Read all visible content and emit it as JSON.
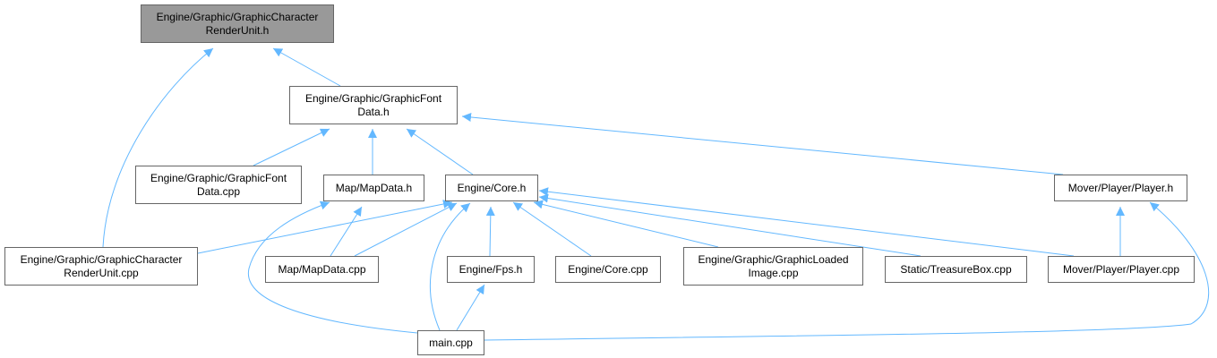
{
  "colors": {
    "edge": "#63b8ff",
    "node_border": "#666666",
    "root_fill": "#999999",
    "node_fill": "#ffffff"
  },
  "nodes": [
    {
      "id": "render_h",
      "label": "Engine/Graphic/GraphicCharacter\nRenderUnit.h",
      "root": true
    },
    {
      "id": "fontdata_h",
      "label": "Engine/Graphic/GraphicFont\nData.h"
    },
    {
      "id": "fontdata_cpp",
      "label": "Engine/Graphic/GraphicFont\nData.cpp"
    },
    {
      "id": "mapdata_h",
      "label": "Map/MapData.h"
    },
    {
      "id": "core_h",
      "label": "Engine/Core.h"
    },
    {
      "id": "player_h",
      "label": "Mover/Player/Player.h"
    },
    {
      "id": "render_cpp",
      "label": "Engine/Graphic/GraphicCharacter\nRenderUnit.cpp"
    },
    {
      "id": "mapdata_cpp",
      "label": "Map/MapData.cpp"
    },
    {
      "id": "fps_h",
      "label": "Engine/Fps.h"
    },
    {
      "id": "core_cpp",
      "label": "Engine/Core.cpp"
    },
    {
      "id": "loaded_cpp",
      "label": "Engine/Graphic/GraphicLoaded\nImage.cpp"
    },
    {
      "id": "treasure_cpp",
      "label": "Static/TreasureBox.cpp"
    },
    {
      "id": "player_cpp",
      "label": "Mover/Player/Player.cpp"
    },
    {
      "id": "main_cpp",
      "label": "main.cpp"
    }
  ],
  "edges": [
    {
      "from": "render_h",
      "to": "fontdata_h"
    },
    {
      "from": "render_h",
      "to": "render_cpp"
    },
    {
      "from": "fontdata_h",
      "to": "fontdata_cpp"
    },
    {
      "from": "fontdata_h",
      "to": "mapdata_h"
    },
    {
      "from": "fontdata_h",
      "to": "core_h"
    },
    {
      "from": "fontdata_h",
      "to": "player_h"
    },
    {
      "from": "mapdata_h",
      "to": "mapdata_cpp"
    },
    {
      "from": "mapdata_h",
      "to": "main_cpp"
    },
    {
      "from": "core_h",
      "to": "render_cpp"
    },
    {
      "from": "core_h",
      "to": "mapdata_cpp"
    },
    {
      "from": "core_h",
      "to": "fps_h"
    },
    {
      "from": "core_h",
      "to": "core_cpp"
    },
    {
      "from": "core_h",
      "to": "loaded_cpp"
    },
    {
      "from": "core_h",
      "to": "treasure_cpp"
    },
    {
      "from": "core_h",
      "to": "player_cpp"
    },
    {
      "from": "core_h",
      "to": "main_cpp"
    },
    {
      "from": "player_h",
      "to": "player_cpp"
    },
    {
      "from": "player_h",
      "to": "main_cpp"
    },
    {
      "from": "fps_h",
      "to": "main_cpp"
    }
  ]
}
